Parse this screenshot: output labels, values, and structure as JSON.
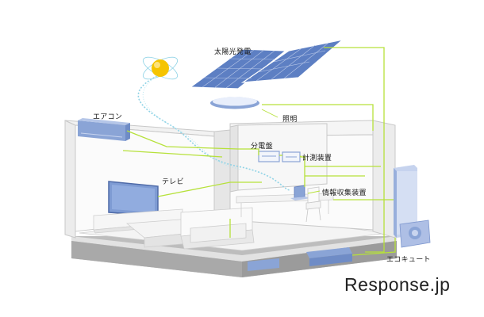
{
  "labels": {
    "solar": "太陽光発電",
    "lighting": "照明",
    "aircon": "エアコン",
    "panelboard": "分電盤",
    "meter": "計測装置",
    "tv": "テレビ",
    "info_collector": "情報収集装置",
    "ecocute": "エコキュート"
  },
  "watermark": "Response.jp",
  "colors": {
    "wiring": "#b6e13a",
    "wifi": "#7fcce0",
    "accent_blue": "#8aa4d6",
    "solar_panel": "#5d7fc3",
    "sun": "#f5c400"
  }
}
